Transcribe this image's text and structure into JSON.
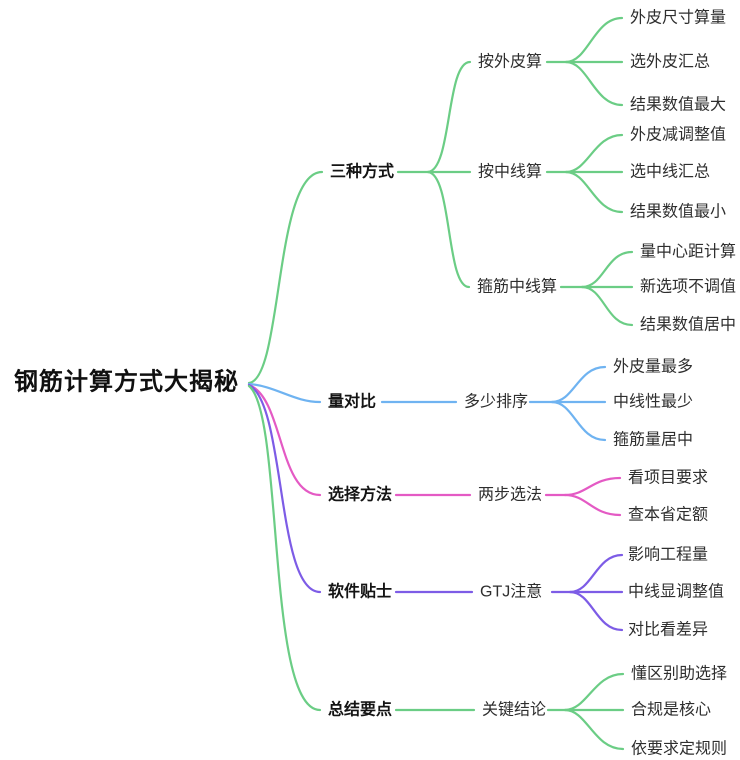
{
  "colors": {
    "green": "#6bcd85",
    "blue": "#6fb3f1",
    "pink": "#e45ac4",
    "purple": "#7d5ce6",
    "text": "#2e2e2e",
    "root_text": "#101010",
    "background": "#ffffff"
  },
  "root": {
    "label": "钢筋计算方式大揭秘"
  },
  "branches": [
    {
      "label": "三种方式",
      "color": "#6bcd85",
      "children": [
        {
          "label": "按外皮算",
          "children": [
            {
              "label": "外皮尺寸算量"
            },
            {
              "label": "选外皮汇总"
            },
            {
              "label": "结果数值最大"
            }
          ]
        },
        {
          "label": "按中线算",
          "children": [
            {
              "label": "外皮减调整值"
            },
            {
              "label": "选中线汇总"
            },
            {
              "label": "结果数值最小"
            }
          ]
        },
        {
          "label": "箍筋中线算",
          "children": [
            {
              "label": "量中心距计算"
            },
            {
              "label": "新选项不调值"
            },
            {
              "label": "结果数值居中"
            }
          ]
        }
      ]
    },
    {
      "label": "量对比",
      "color": "#6fb3f1",
      "children": [
        {
          "label": "多少排序",
          "children": [
            {
              "label": "外皮量最多"
            },
            {
              "label": "中线性最少"
            },
            {
              "label": "箍筋量居中"
            }
          ]
        }
      ]
    },
    {
      "label": "选择方法",
      "color": "#e45ac4",
      "children": [
        {
          "label": "两步选法",
          "children": [
            {
              "label": "看项目要求"
            },
            {
              "label": "查本省定额"
            }
          ]
        }
      ]
    },
    {
      "label": "软件贴士",
      "color": "#7d5ce6",
      "children": [
        {
          "label": "GTJ注意",
          "children": [
            {
              "label": "影响工程量"
            },
            {
              "label": "中线显调整值"
            },
            {
              "label": "对比看差异"
            }
          ]
        }
      ]
    },
    {
      "label": "总结要点",
      "color": "#6bcd85",
      "children": [
        {
          "label": "关键结论",
          "children": [
            {
              "label": "懂区别助选择"
            },
            {
              "label": "合规是核心"
            },
            {
              "label": "依要求定规则"
            }
          ]
        }
      ]
    }
  ]
}
